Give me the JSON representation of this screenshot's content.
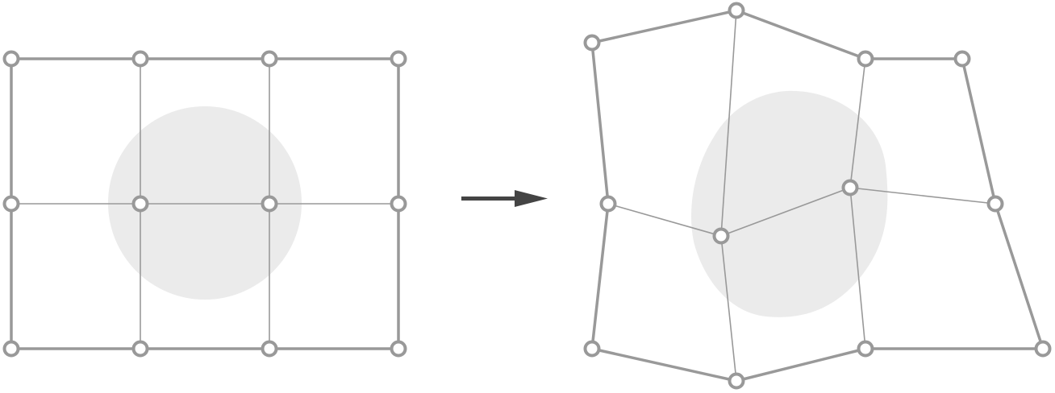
{
  "diagram": {
    "colors": {
      "edge": "#999999",
      "node_stroke": "#999999",
      "node_fill": "#ffffff",
      "blob": "#ebebeb",
      "arrow": "#444444"
    },
    "left_grid": {
      "rows": 3,
      "cols": 4
    },
    "right_grid": {
      "rows": 3,
      "cols": 4
    }
  }
}
